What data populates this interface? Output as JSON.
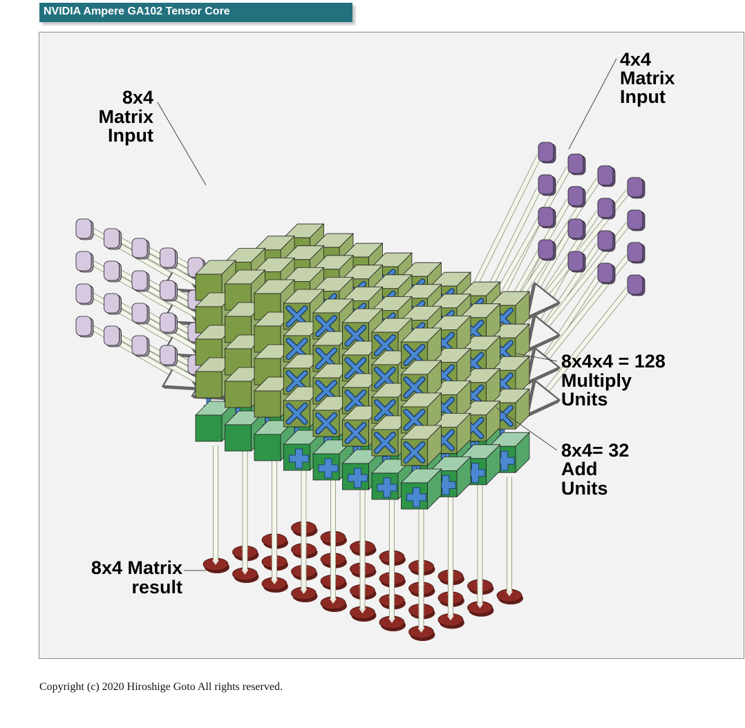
{
  "header": {
    "title": "NVIDIA Ampere GA102 Tensor Core"
  },
  "labels": {
    "matrix_a": [
      "8x4",
      "Matrix",
      "Input"
    ],
    "matrix_b": [
      "4x4",
      "Matrix",
      "Input"
    ],
    "multiply": [
      "8x4x4 = 128",
      "Multiply",
      "Units"
    ],
    "add": [
      "8x4= 32",
      "Add",
      "Units"
    ],
    "result": [
      "8x4 Matrix",
      "result"
    ]
  },
  "footer": {
    "copyright": "Copyright (c) 2020 Hiroshige Goto All rights reserved."
  },
  "colors": {
    "title_bg": "#23717f",
    "panel_bg": "#f2f2f2",
    "input_a": "#d6c9e0",
    "input_b": "#8a6aa8",
    "multiply_cube": "#7e9b46",
    "add_cube": "#2e9448",
    "op_symbol": "#4a88d0",
    "result_pad": "#8e2a24"
  },
  "icons": [
    "multiply-x-icon",
    "add-plus-icon",
    "down-arrow-icon"
  ]
}
